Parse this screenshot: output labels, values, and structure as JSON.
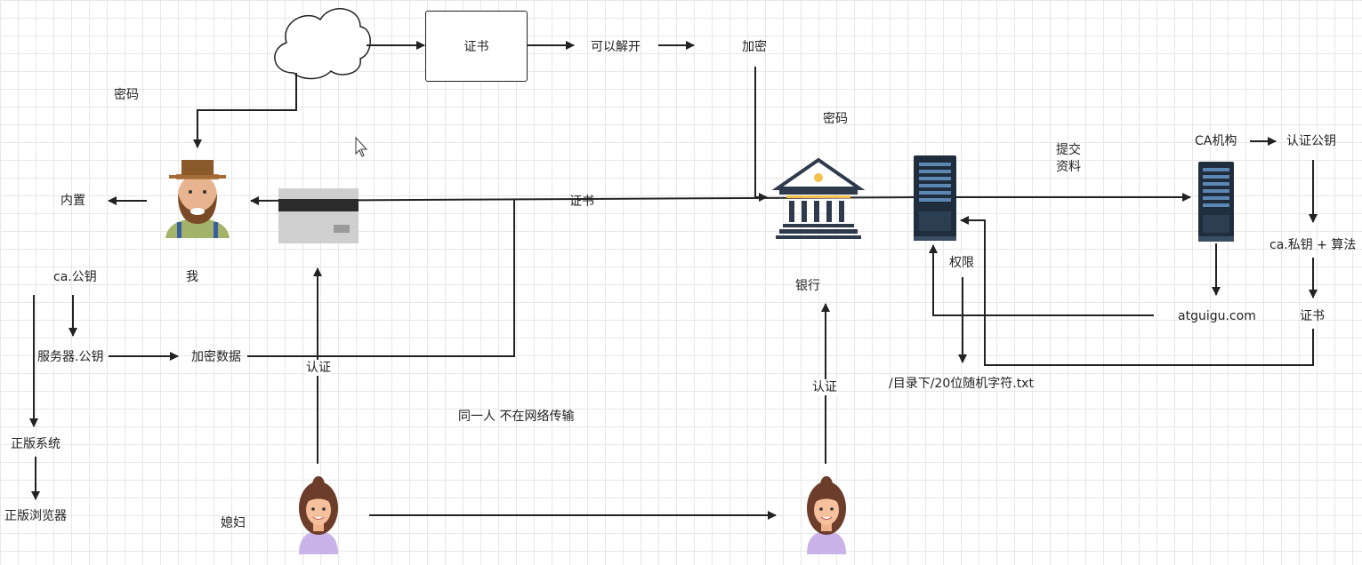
{
  "labels": {
    "cert_box": "证书",
    "can_open": "可以解开",
    "encrypt": "加密",
    "password_left": "密码",
    "password_mid": "密码",
    "builtin": "内置",
    "me": "我",
    "ca_pubkey": "ca.公钥",
    "server_pubkey": "服务器.公钥",
    "encrypted_data": "加密数据",
    "genuine_system": "正版系统",
    "genuine_browser": "正版浏览器",
    "wife": "媳妇",
    "auth_left": "认证",
    "same_person": "同一人 不在网络传输",
    "cert_mid": "证书",
    "bank": "银行",
    "auth_right": "认证",
    "submit": "提交",
    "materials": "资料",
    "permission": "权限",
    "path": "/目录下/20位随机字符.txt",
    "ca_org": "CA机构",
    "verify_pubkey": "认证公钥",
    "ca_privkey_algo": "ca.私钥 + 算法",
    "domain": "atguigu.com",
    "cert_right": "证书"
  },
  "icons": {
    "cloud": "cloud-icon",
    "man": "man-avatar-icon",
    "card": "bank-card-icon",
    "bank": "bank-building-icon",
    "server_left": "server-icon",
    "server_right": "server-icon",
    "woman_left": "woman-avatar-icon",
    "woman_right": "woman-avatar-icon",
    "cursor": "mouse-cursor-icon"
  },
  "colors": {
    "line": "#222222",
    "server_body": "#1f2d3d",
    "server_slot": "#5b87b3",
    "bank": "#2f3b4c",
    "grid": "#e7e7e7"
  }
}
